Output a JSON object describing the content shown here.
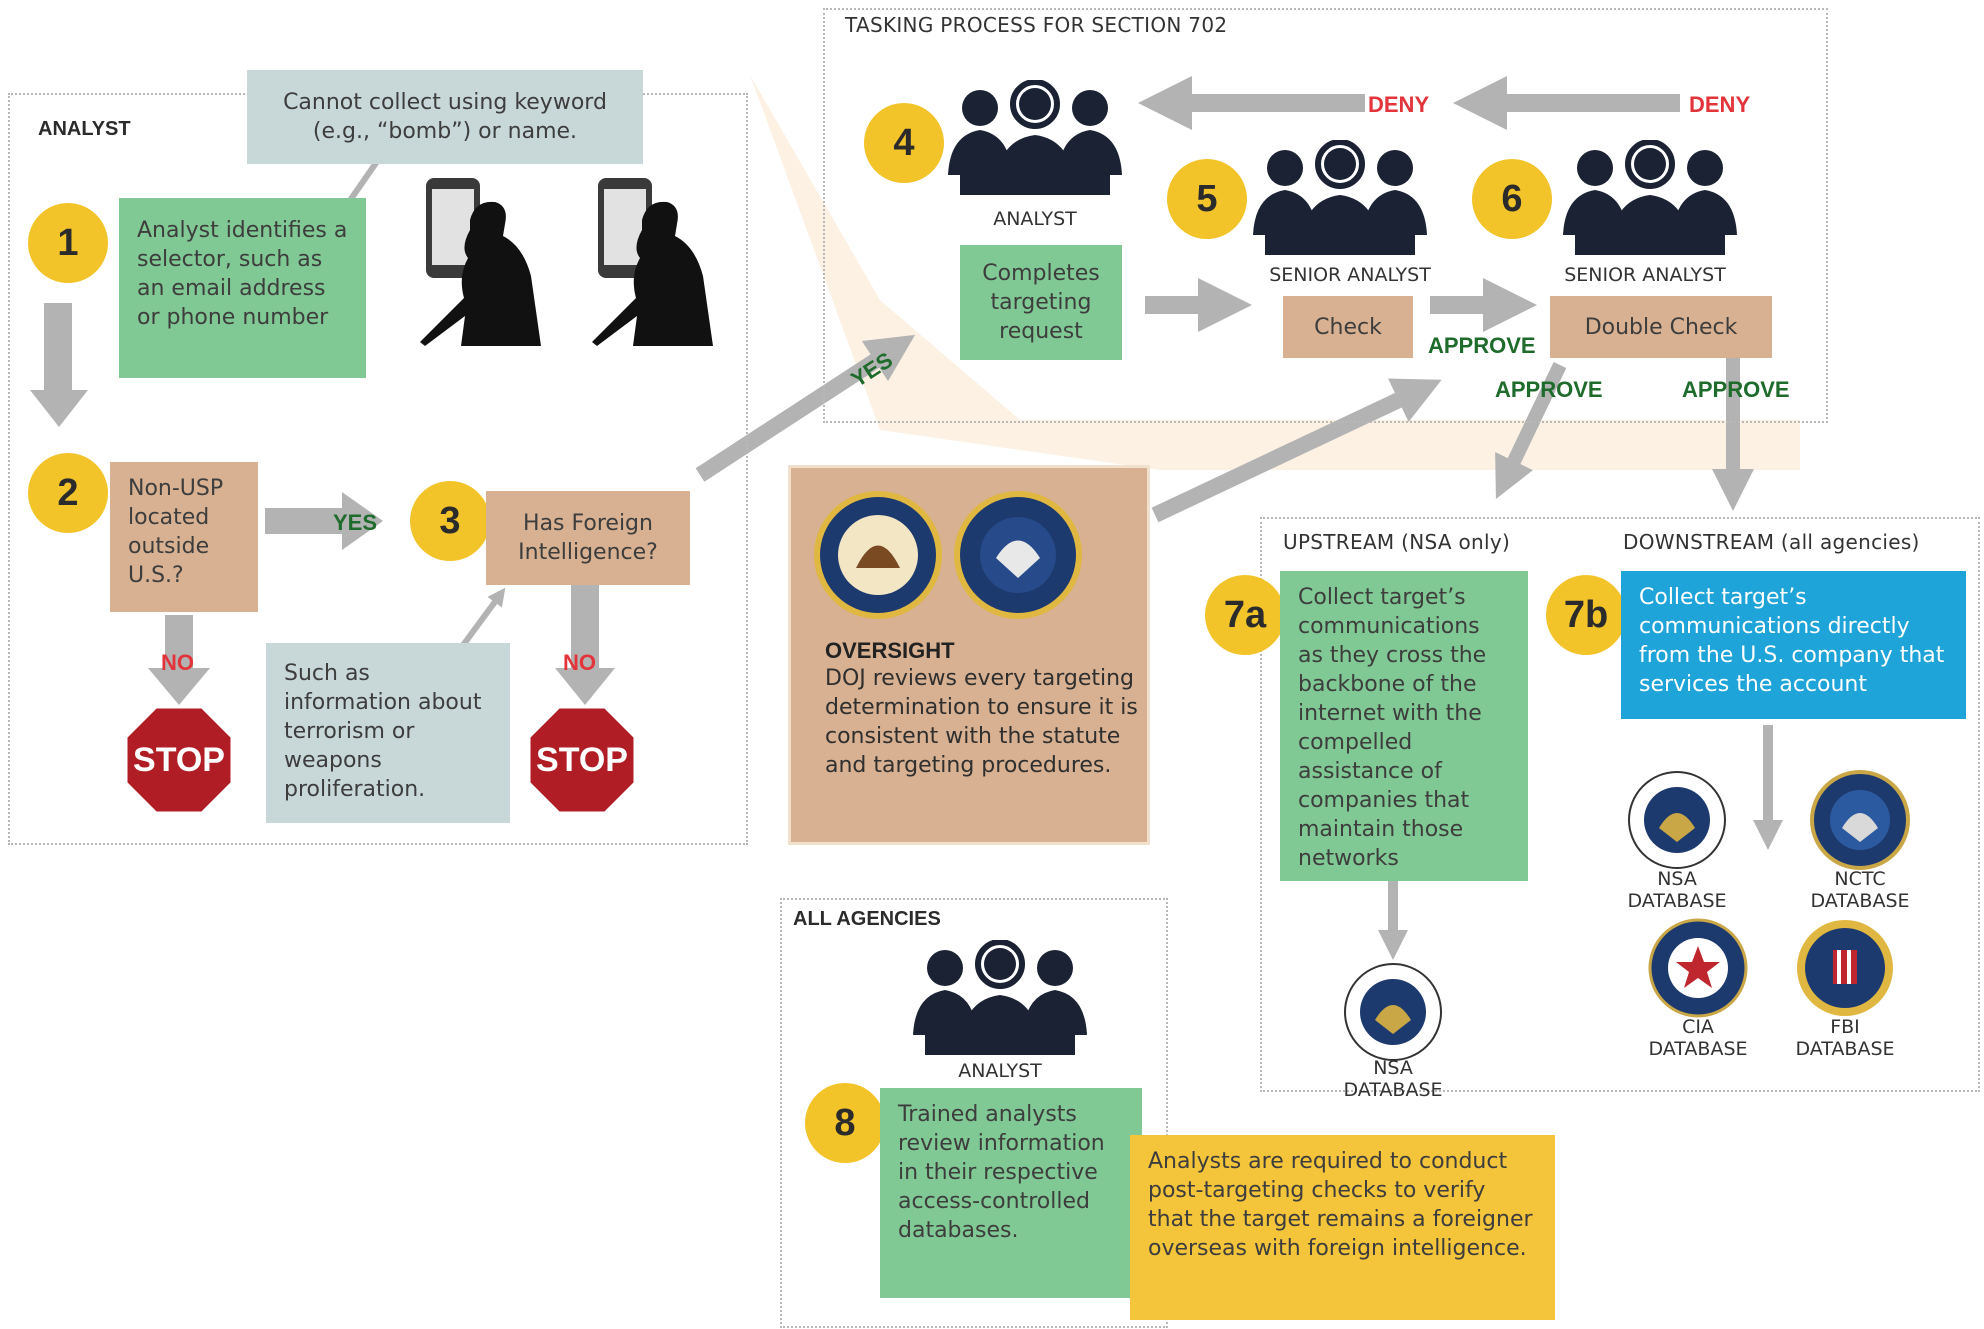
{
  "title": "TASKING PROCESS FOR SECTION 702",
  "analyst_section": {
    "label": "ANALYST",
    "note_keyword": "Cannot collect using keyword (e.g., “bomb”) or name.",
    "step1": {
      "num": "1",
      "text": "Analyst identifies a selector, such as an email address or phone number"
    },
    "step2": {
      "num": "2",
      "text": "Non-USP located outside U.S.?"
    },
    "step3": {
      "num": "3",
      "text": "Has Foreign Intelligence?"
    },
    "note_fi": "Such as information about terrorism or weapons proliferation.",
    "yes": "YES",
    "no": "NO",
    "stop": "STOP"
  },
  "tasking": {
    "step4": {
      "num": "4",
      "role": "ANALYST",
      "text": "Completes targeting request"
    },
    "step5": {
      "num": "5",
      "role": "SENIOR ANALYST",
      "text": "Check"
    },
    "step6": {
      "num": "6",
      "role": "SENIOR ANALYST",
      "text": "Double Check"
    },
    "deny": "DENY",
    "approve": "APPROVE",
    "yes": "YES"
  },
  "oversight": {
    "title": "OVERSIGHT",
    "text": "DOJ reviews every targeting determination to ensure it is consistent with the statute and targeting procedures."
  },
  "upstream": {
    "label": "UPSTREAM (NSA only)",
    "num": "7a",
    "text": "Collect target’s communications as they cross the backbone of the internet with the compelled assistance of companies that maintain those networks",
    "db": [
      "NSA",
      "DATABASE"
    ]
  },
  "downstream": {
    "label": "DOWNSTREAM (all agencies)",
    "num": "7b",
    "text": "Collect target’s communications directly from the U.S. company that services the account",
    "dbs": [
      {
        "line1": "NSA",
        "line2": "DATABASE"
      },
      {
        "line1": "NCTC",
        "line2": "DATABASE"
      },
      {
        "line1": "CIA",
        "line2": "DATABASE"
      },
      {
        "line1": "FBI",
        "line2": "DATABASE"
      }
    ]
  },
  "all_agencies": {
    "label": "ALL AGENCIES",
    "role": "ANALYST",
    "num": "8",
    "text": "Trained analysts review information in their respective access-controlled databases.",
    "note": "Analysts are required to conduct post-targeting checks to verify that the target remains a foreigner overseas with foreign intelligence."
  },
  "colors": {
    "green": "#80c994",
    "tan": "#d7b191",
    "grey": "#c8d8d8",
    "blue": "#1ea4d9",
    "yellow": "#f4c43a",
    "red": "#e2343a",
    "dark_green": "#1e6b2c",
    "arrow": "#b3b3b3"
  },
  "icons": [
    "people-group-icon",
    "soldier-phone-icon",
    "stop-sign-icon",
    "doj-seal-icon",
    "odni-seal-icon",
    "nsa-seal-icon",
    "nctc-seal-icon",
    "cia-seal-icon",
    "fbi-seal-icon"
  ]
}
